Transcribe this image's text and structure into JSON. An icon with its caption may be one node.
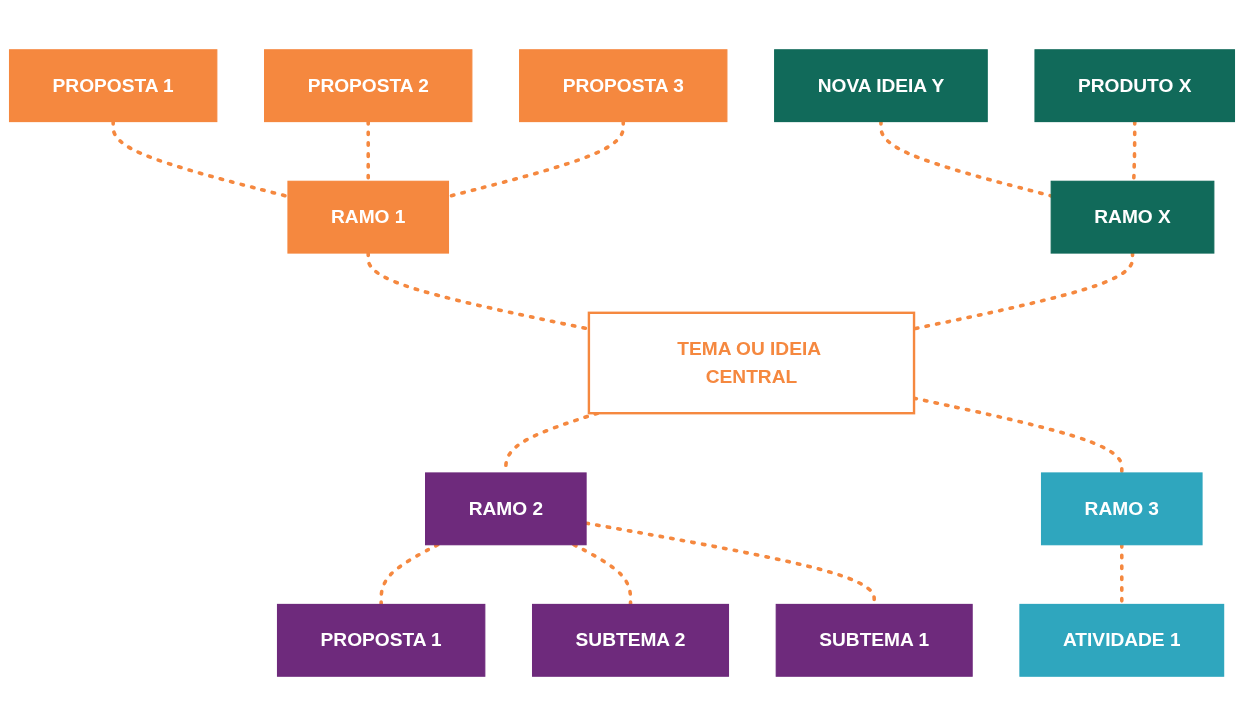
{
  "diagram": {
    "nodes": [
      {
        "text": [
          "PROPOSTA 1"
        ]
      },
      {
        "text": [
          "PROPOSTA 2"
        ]
      },
      {
        "text": [
          "PROPOSTA 3"
        ]
      },
      {
        "text": [
          "RAMO 1"
        ]
      },
      {
        "text": [
          "NOVA IDEIA Y"
        ]
      },
      {
        "text": [
          "PROPOSTA 1"
        ]
      },
      {
        "text": [
          "RAMO X"
        ]
      },
      {
        "text": [
          "TEMA OU IDEIA CENTRAL"
        ]
      },
      {
        "text": [
          "RAMO 2"
        ]
      },
      {
        "text": [
          "SUBTEMA 2"
        ]
      },
      {
        "text": [
          "PRODUTO X"
        ]
      },
      {
        "text": [
          "SUBTEMA 1"
        ]
      },
      {
        "text": [
          "RAMO 3"
        ]
      },
      {
        "text": [
          "ATIVIDADE 1"
        ]
      }
    ],
    "edges": [
      {
        "from": 0,
        "to": 3,
        "arrow": "none",
        "style": "dashed"
      },
      {
        "from": 1,
        "to": 3,
        "arrow": "none",
        "style": "dashed"
      },
      {
        "from": 2,
        "to": 3,
        "arrow": "none",
        "style": "dashed"
      },
      {
        "from": 3,
        "to": 7,
        "arrow": "none",
        "style": "dashed"
      },
      {
        "from": 4,
        "to": 6,
        "arrow": "none",
        "style": "dashed"
      },
      {
        "from": 10,
        "to": 6,
        "arrow": "none",
        "style": "dashed"
      },
      {
        "from": 6,
        "to": 7,
        "arrow": "none",
        "style": "dashed"
      },
      {
        "from": 7,
        "to": 8,
        "arrow": "none",
        "style": "dashed"
      },
      {
        "from": 8,
        "to": 5,
        "arrow": "none",
        "style": "dashed"
      },
      {
        "from": 8,
        "to": 9,
        "arrow": "none",
        "style": "dashed"
      },
      {
        "from": 8,
        "to": 11,
        "arrow": "none",
        "style": "dashed"
      },
      {
        "from": 7,
        "to": 12,
        "arrow": "none",
        "style": "dashed"
      },
      {
        "from": 12,
        "to": 13,
        "arrow": "none",
        "style": "dashed"
      }
    ]
  }
}
